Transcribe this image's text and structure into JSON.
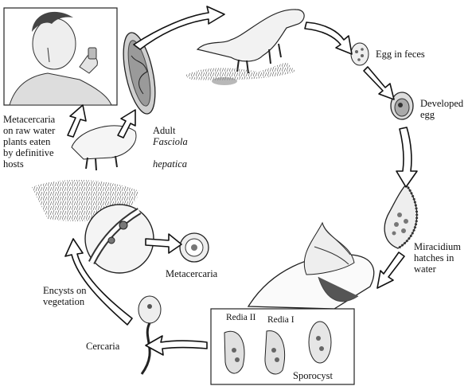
{
  "labels": {
    "metacercaria_raw": "Metacercaria\non raw water\nplants eaten\nby definitive\nhosts",
    "adult_prefix": "Adult ",
    "adult_genus": "Fasciola",
    "adult_species": "hepatica",
    "egg_in_feces": "Egg in feces",
    "developed_egg": "Developed\negg",
    "miracidium": "Miracidium\nhatches in\nwater",
    "metacercaria": "Metacercaria",
    "encysts": "Encysts on\nvegetation",
    "cercaria": "Cercaria",
    "redia_ii": "Redia II",
    "redia_i": "Redia I",
    "sporocyst": "Sporocyst"
  }
}
